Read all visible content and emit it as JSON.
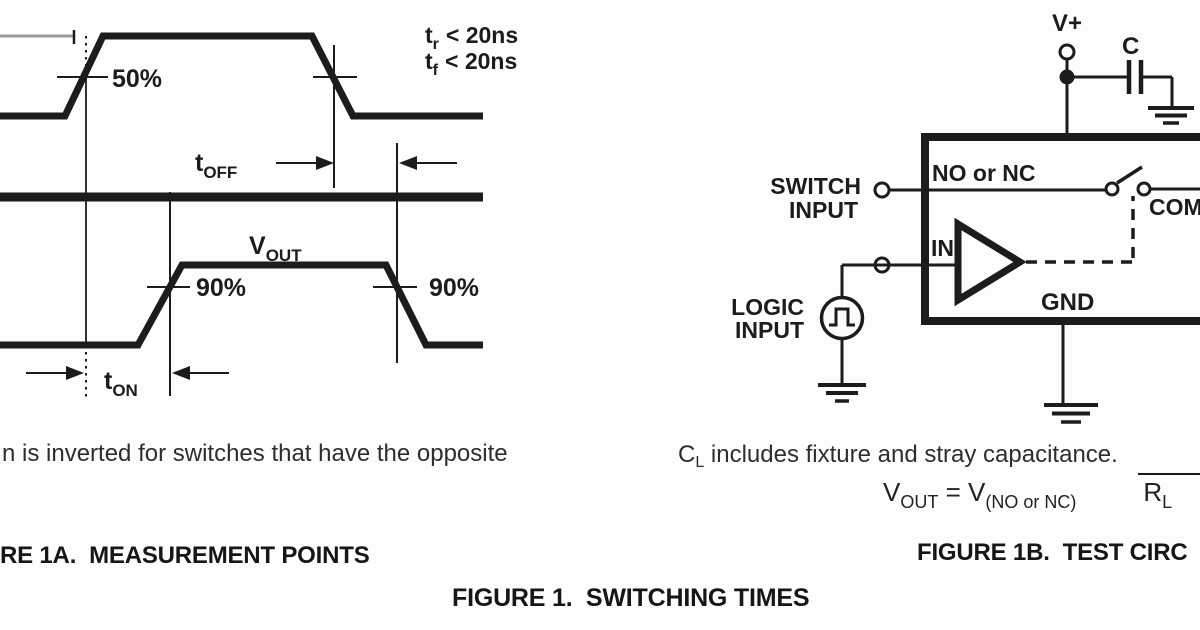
{
  "colors": {
    "ink": "#1c1c1c",
    "gray_reference_line": "#9a9a9a",
    "background": "#fdfdfd"
  },
  "waveform": {
    "spec_rise": {
      "base": "t",
      "sub": "r",
      "rest": "< 20ns"
    },
    "spec_fall": {
      "base": "t",
      "sub": "f",
      "rest": "< 20ns"
    },
    "label_50": "50%",
    "label_90_rise": "90%",
    "label_90_fall": "90%",
    "t_off": {
      "base": "t",
      "sub": "OFF"
    },
    "t_on": {
      "base": "t",
      "sub": "ON"
    },
    "v_out": {
      "base": "V",
      "sub": "OUT"
    }
  },
  "circuit": {
    "v_plus": "V+",
    "cap_label": "C",
    "switch_input_line1": "SWITCH",
    "switch_input_line2": "INPUT",
    "logic_input_line1": "LOGIC",
    "logic_input_line2": "INPUT",
    "pin_no_nc": "NO or NC",
    "pin_in": "IN",
    "pin_gnd": "GND",
    "pin_com": "COM"
  },
  "notes": {
    "left_note": "n is inverted for switches that have the opposite",
    "right_note_base": "C",
    "right_note_sub": "L",
    "right_note_rest": " includes fixture and stray capacitance."
  },
  "equation": {
    "lhs_base": "V",
    "lhs_sub": "OUT",
    "equals": " = ",
    "rhs_base": "V",
    "rhs_sub": "(NO or NC)",
    "frac_base": "R",
    "frac_sub": "L"
  },
  "captions": {
    "fig_1a": "RE 1A.  MEASUREMENT POINTS",
    "fig_1b": "FIGURE 1B.  TEST CIRC",
    "fig_main": "FIGURE 1.  SWITCHING TIMES"
  }
}
